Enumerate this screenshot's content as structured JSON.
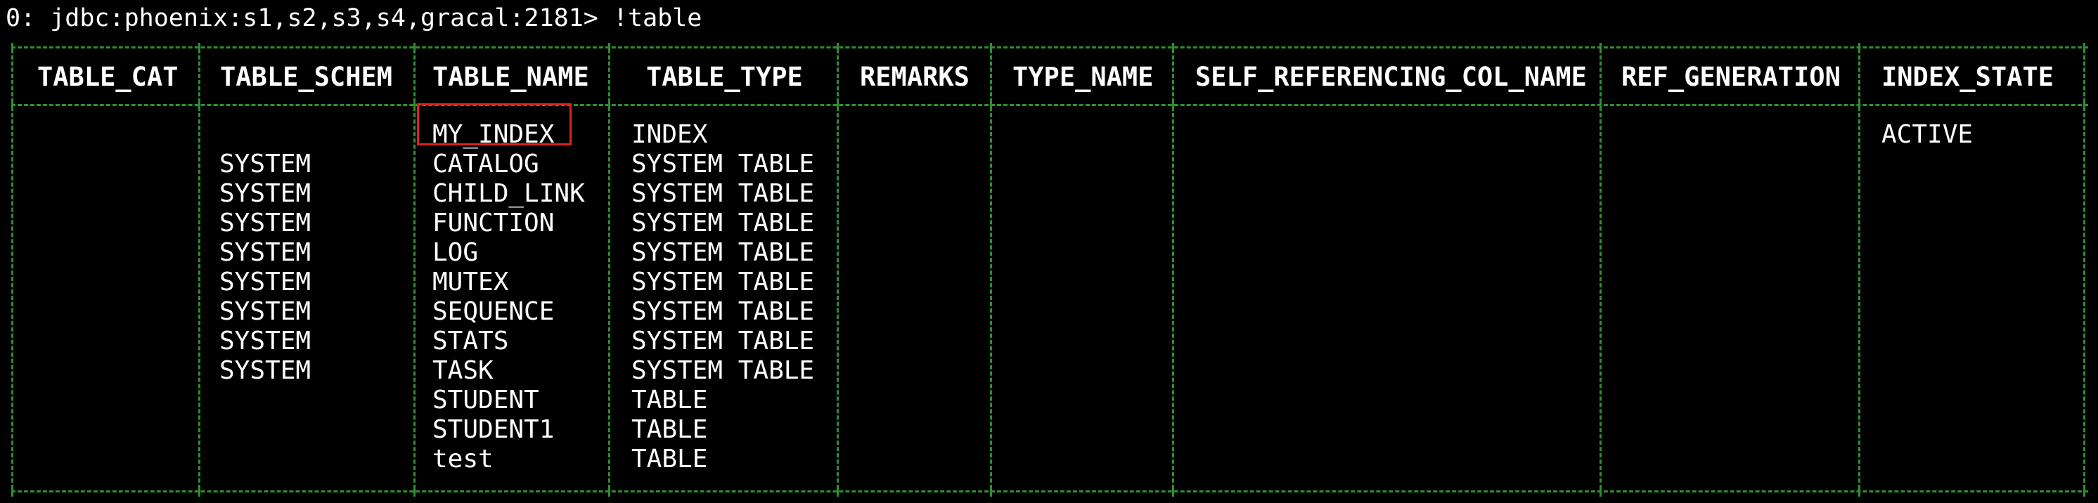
{
  "terminal": {
    "prompt": "0: jdbc:phoenix:s1,s2,s3,s4,gracal:2181>",
    "command": "!table"
  },
  "colors": {
    "background": "#000000",
    "text": "#ffffff",
    "border": "#2f8f2f",
    "highlight": "#d9251d"
  },
  "table": {
    "headers": [
      "TABLE_CAT",
      "TABLE_SCHEM",
      "TABLE_NAME",
      "TABLE_TYPE",
      "REMARKS",
      "TYPE_NAME",
      "SELF_REFERENCING_COL_NAME",
      "REF_GENERATION",
      "INDEX_STATE"
    ],
    "rows": [
      [
        "",
        "",
        "MY_INDEX",
        "INDEX",
        "",
        "",
        "",
        "",
        "ACTIVE"
      ],
      [
        "",
        "SYSTEM",
        "CATALOG",
        "SYSTEM TABLE",
        "",
        "",
        "",
        "",
        ""
      ],
      [
        "",
        "SYSTEM",
        "CHILD_LINK",
        "SYSTEM TABLE",
        "",
        "",
        "",
        "",
        ""
      ],
      [
        "",
        "SYSTEM",
        "FUNCTION",
        "SYSTEM TABLE",
        "",
        "",
        "",
        "",
        ""
      ],
      [
        "",
        "SYSTEM",
        "LOG",
        "SYSTEM TABLE",
        "",
        "",
        "",
        "",
        ""
      ],
      [
        "",
        "SYSTEM",
        "MUTEX",
        "SYSTEM TABLE",
        "",
        "",
        "",
        "",
        ""
      ],
      [
        "",
        "SYSTEM",
        "SEQUENCE",
        "SYSTEM TABLE",
        "",
        "",
        "",
        "",
        ""
      ],
      [
        "",
        "SYSTEM",
        "STATS",
        "SYSTEM TABLE",
        "",
        "",
        "",
        "",
        ""
      ],
      [
        "",
        "SYSTEM",
        "TASK",
        "SYSTEM TABLE",
        "",
        "",
        "",
        "",
        ""
      ],
      [
        "",
        "",
        "STUDENT",
        "TABLE",
        "",
        "",
        "",
        "",
        ""
      ],
      [
        "",
        "",
        "STUDENT1",
        "TABLE",
        "",
        "",
        "",
        "",
        ""
      ],
      [
        "",
        "",
        "test",
        "TABLE",
        "",
        "",
        "",
        "",
        ""
      ]
    ],
    "highlighted_cell": "MY_INDEX"
  }
}
